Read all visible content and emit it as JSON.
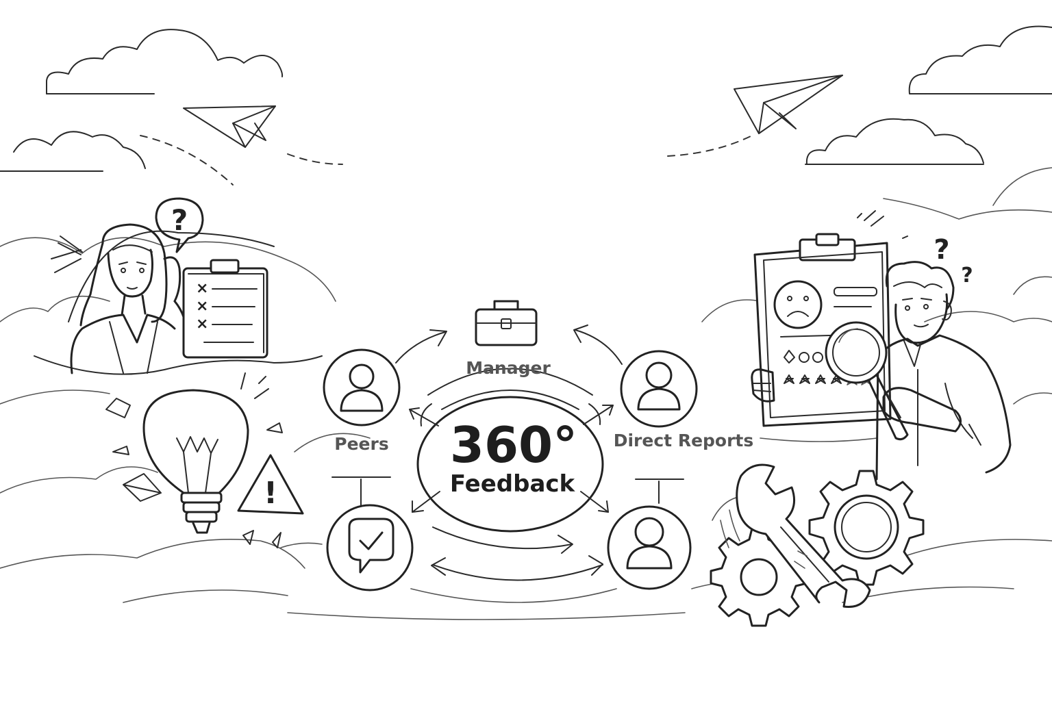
{
  "hub": {
    "title": "360°",
    "subtitle": "Feedback"
  },
  "nodes": {
    "manager": {
      "label": "Manager",
      "icon": "briefcase-icon"
    },
    "peers": {
      "label": "Peers",
      "icon": "person-icon"
    },
    "direct_reports": {
      "label": "Direct Reports",
      "icon": "person-icon"
    },
    "self": {
      "icon": "chat-check-icon"
    },
    "other": {
      "icon": "person-icon"
    }
  },
  "decor": {
    "question_mark": "?",
    "warning_mark": "!",
    "woman_marks": [
      "×",
      "×",
      "×"
    ]
  },
  "colors": {
    "ink": "#222222",
    "label": "#555555",
    "background": "#ffffff"
  }
}
